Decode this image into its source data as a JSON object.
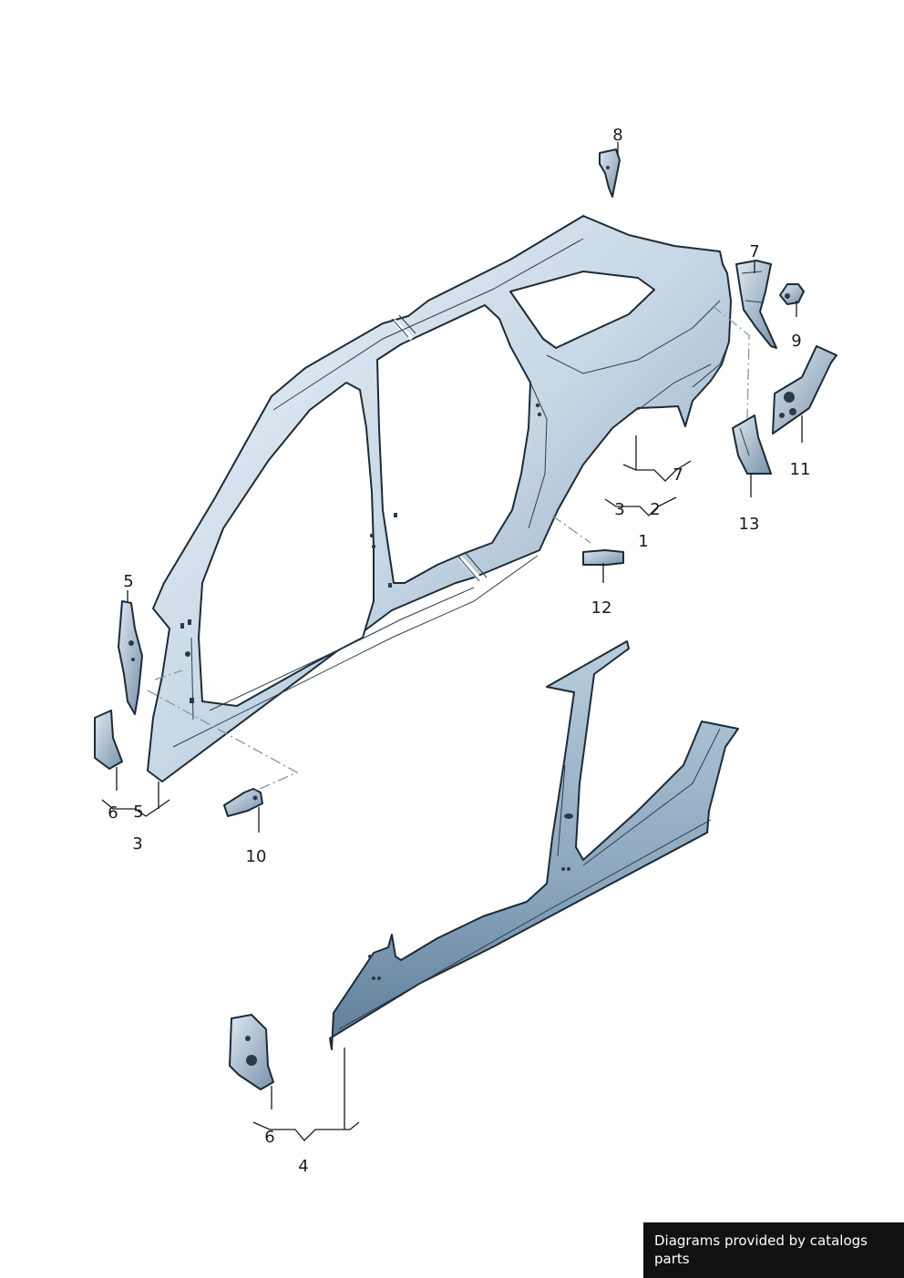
{
  "callouts": [
    {
      "id": "callout-8",
      "text": "8"
    },
    {
      "id": "callout-7-top",
      "text": "7"
    },
    {
      "id": "callout-9",
      "text": "9"
    },
    {
      "id": "callout-11",
      "text": "11"
    },
    {
      "id": "callout-7-group",
      "text": "7"
    },
    {
      "id": "callout-3-group-right",
      "text": "3"
    },
    {
      "id": "callout-2",
      "text": "2"
    },
    {
      "id": "callout-1",
      "text": "1"
    },
    {
      "id": "callout-13",
      "text": "13"
    },
    {
      "id": "callout-12",
      "text": "12"
    },
    {
      "id": "callout-5-top",
      "text": "5"
    },
    {
      "id": "callout-6-left",
      "text": "6"
    },
    {
      "id": "callout-5-group",
      "text": "5"
    },
    {
      "id": "callout-3-left",
      "text": "3"
    },
    {
      "id": "callout-10",
      "text": "10"
    },
    {
      "id": "callout-6-bottom",
      "text": "6"
    },
    {
      "id": "callout-4",
      "text": "4"
    }
  ],
  "footer": {
    "text": "Diagrams provided by catalogs parts"
  },
  "colors": {
    "panel_light": "#e9f0f6",
    "panel_mid": "#b8cbdb",
    "panel_dark": "#6f8ba4",
    "outline": "#1c2b38"
  }
}
